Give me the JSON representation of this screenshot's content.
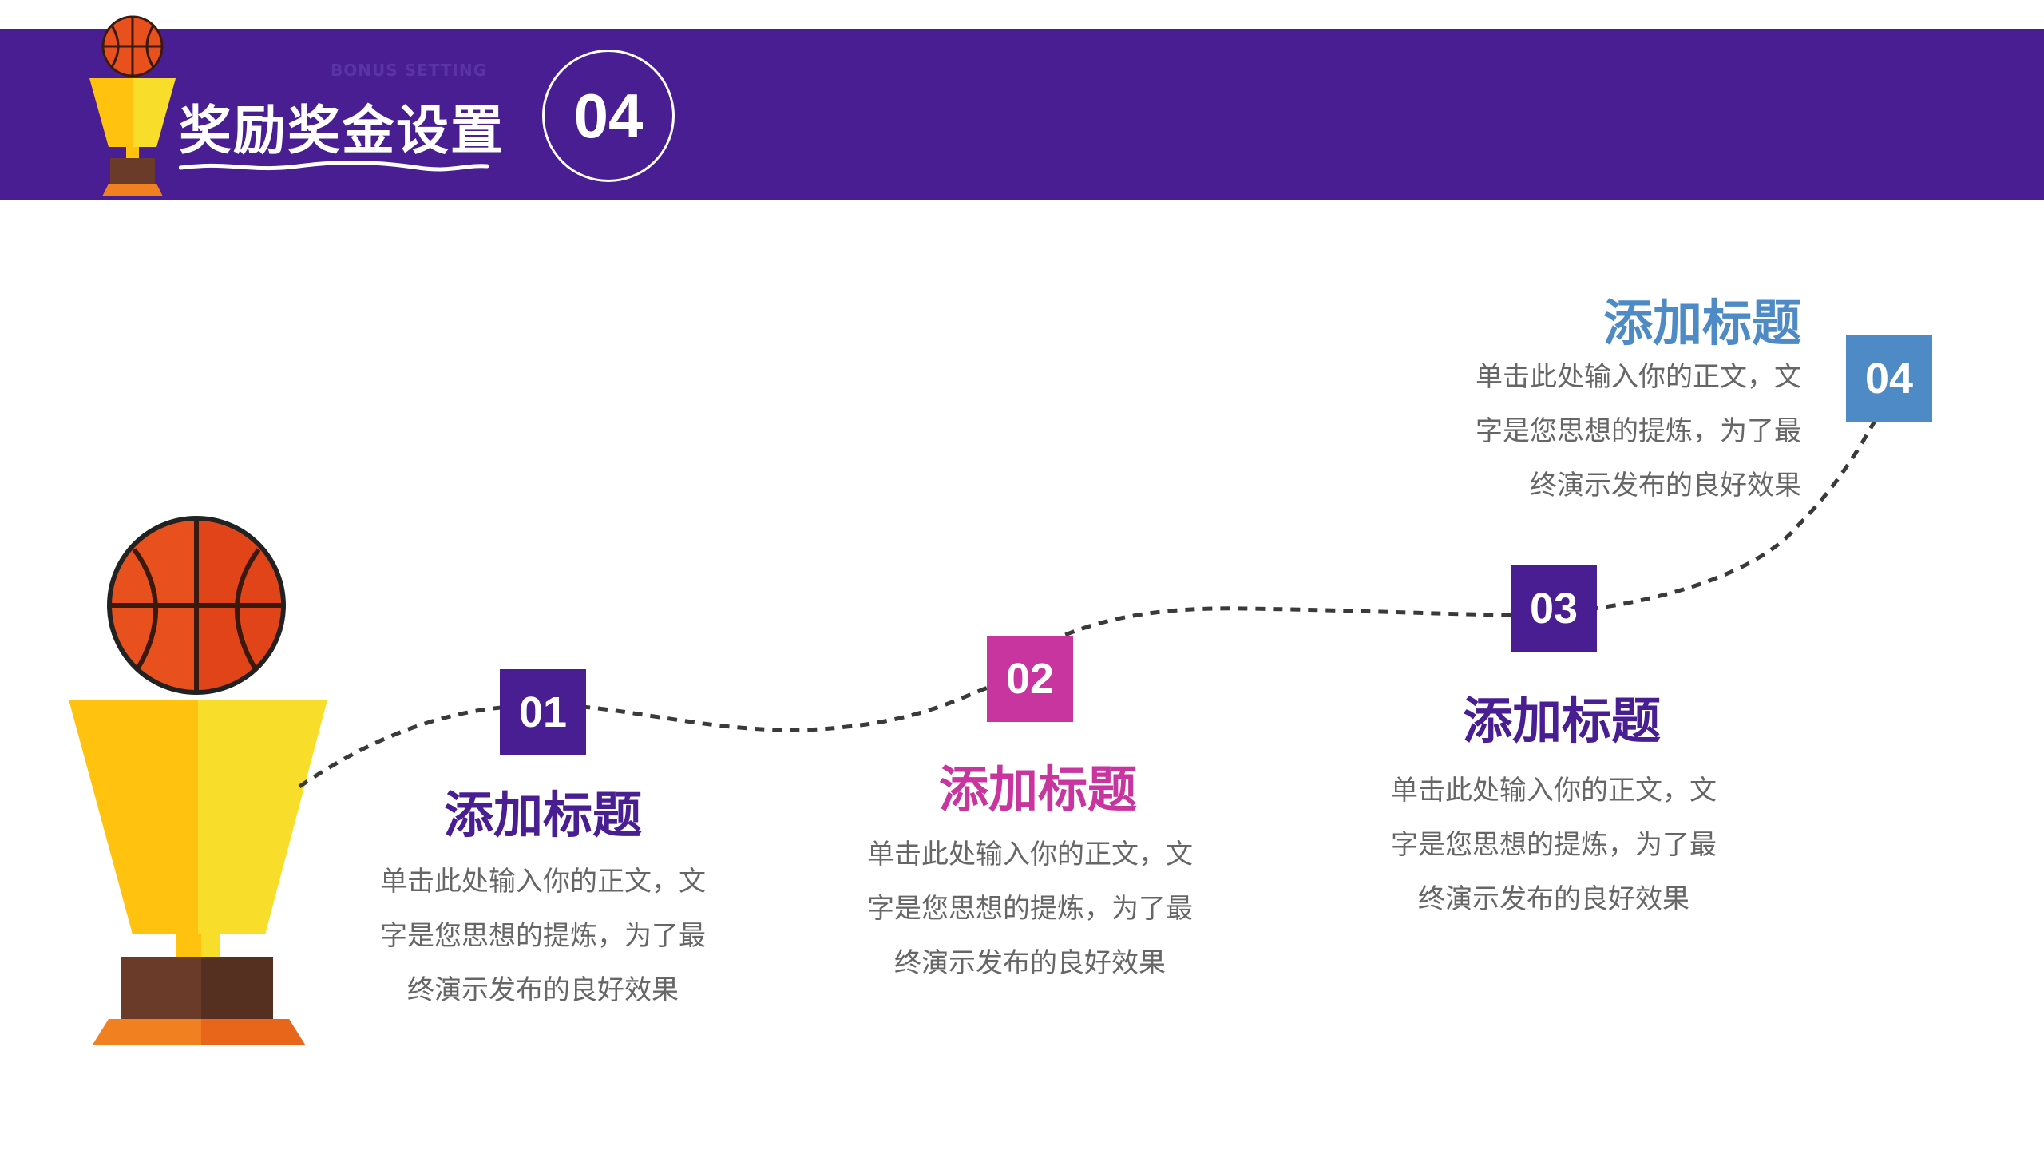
{
  "colors": {
    "band": "#4a1e93",
    "purple": "#4a1e93",
    "magenta": "#c8359f",
    "blue": "#4e8ac6",
    "text": "#666666"
  },
  "header": {
    "subtitle": "BONUS SETTING",
    "title": "奖励奖金设置",
    "number": "04",
    "icons": [
      "trophy-icon",
      "basketball-icon"
    ]
  },
  "illustration": {
    "name": "basketball-trophy-illustration"
  },
  "steps": [
    {
      "number": "01",
      "title": "添加标题",
      "lines": [
        "单击此处输入你的正文，文",
        "字是您思想的提炼，为了最",
        "终演示发布的良好效果"
      ]
    },
    {
      "number": "02",
      "title": "添加标题",
      "lines": [
        "单击此处输入你的正文，文",
        "字是您思想的提炼，为了最",
        "终演示发布的良好效果"
      ]
    },
    {
      "number": "03",
      "title": "添加标题",
      "lines": [
        "单击此处输入你的正文，文",
        "字是您思想的提炼，为了最",
        "终演示发布的良好效果"
      ]
    },
    {
      "number": "04",
      "title": "添加标题",
      "lines": [
        "单击此处输入你的正文，文",
        "字是您思想的提炼，为了最",
        "终演示发布的良好效果"
      ]
    }
  ]
}
